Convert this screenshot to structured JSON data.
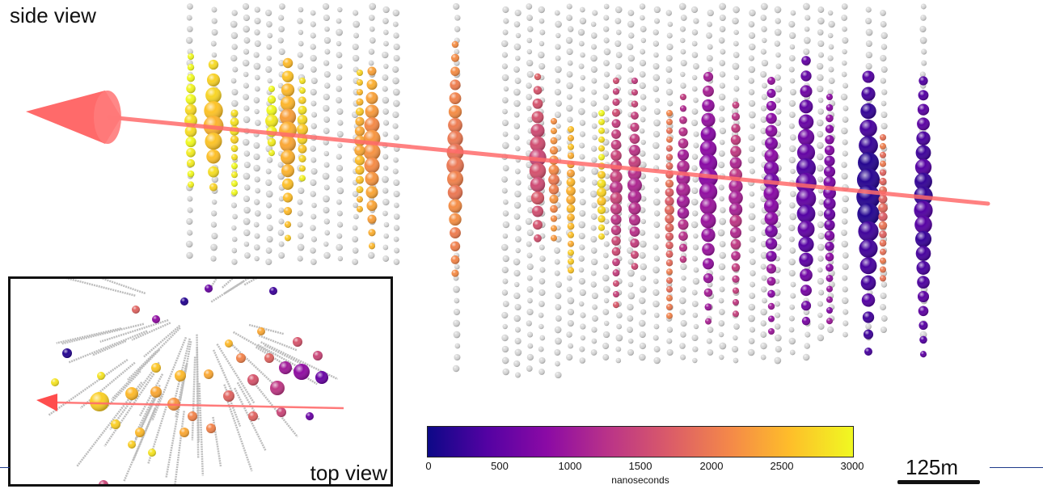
{
  "labels": {
    "side_view": "side view",
    "top_view": "top view",
    "scale": "125m"
  },
  "colorbar": {
    "ticks": [
      "0",
      "500",
      "1000",
      "1500",
      "2000",
      "2500",
      "3000"
    ],
    "title": "nanoseconds",
    "range_ns": [
      0,
      3000
    ],
    "colormap": "plasma",
    "colors": [
      "#0d0887",
      "#5402a3",
      "#8b0aa5",
      "#b93289",
      "#db5c68",
      "#f48849",
      "#febd2a",
      "#f0f921"
    ]
  },
  "colors": {
    "track": "#ff6b6b",
    "unhit_dom": "#d8d8d8"
  }
}
